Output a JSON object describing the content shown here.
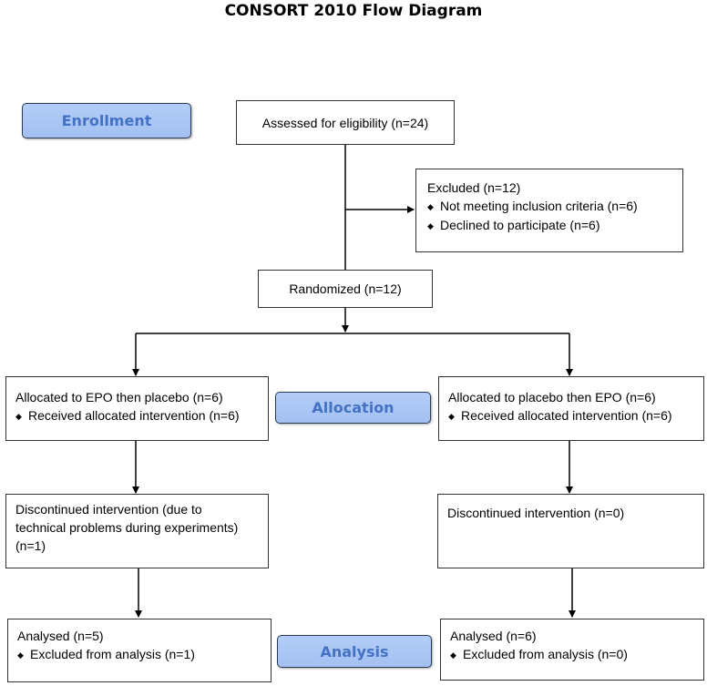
{
  "title": "CONSORT 2010 Flow Diagram",
  "stages": {
    "enrollment": "Enrollment",
    "allocation": "Allocation",
    "analysis": "Analysis"
  },
  "assessed": "Assessed for eligibility (n=24)",
  "excluded": {
    "heading": "Excluded  (n=12)",
    "items": [
      "Not meeting inclusion criteria (n=6)",
      "Declined to participate (n=6)"
    ]
  },
  "randomized": "Randomized (n=12)",
  "left_arm": {
    "allocated": "Allocated to EPO then placebo (n=6)",
    "received": "Received allocated intervention (n=6)",
    "followup_lines": [
      "Discontinued intervention (due to",
      "technical problems during experiments)",
      "(n=1)"
    ],
    "analysed": "Analysed  (n=5)",
    "excluded": "Excluded from analysis (n=1)"
  },
  "right_arm": {
    "allocated": "Allocated to placebo then EPO (n=6)",
    "received": "Received allocated intervention (n=6)",
    "followup": "Discontinued intervention (n=0)",
    "analysed": "Analysed  (n=6)",
    "excluded": "Excluded from analysis (n=0)"
  },
  "colors": {
    "stage_fill": "#a9c4f5",
    "stage_text": "#4472c4",
    "line": "#000000"
  }
}
